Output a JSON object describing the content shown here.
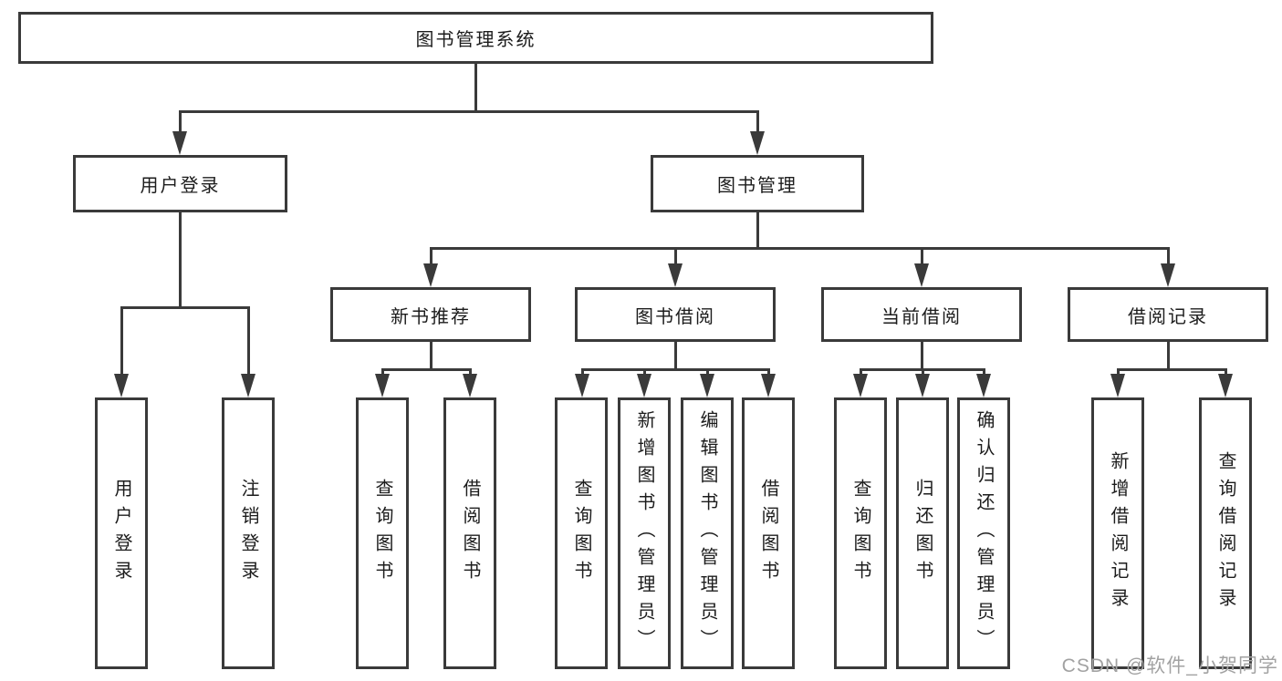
{
  "root": {
    "label": "图书管理系统"
  },
  "level2": [
    {
      "label": "用户登录"
    },
    {
      "label": "图书管理"
    }
  ],
  "level3": [
    {
      "label": "新书推荐"
    },
    {
      "label": "图书借阅"
    },
    {
      "label": "当前借阅"
    },
    {
      "label": "借阅记录"
    }
  ],
  "leaves": [
    {
      "label": "用户登录"
    },
    {
      "label": "注销登录"
    },
    {
      "label": "查询图书"
    },
    {
      "label": "借阅图书"
    },
    {
      "label": "查询图书"
    },
    {
      "label": "新增图书（管理员）"
    },
    {
      "label": "编辑图书（管理员）"
    },
    {
      "label": "借阅图书"
    },
    {
      "label": "查询图书"
    },
    {
      "label": "归还图书"
    },
    {
      "label": "确认归还（管理员）"
    },
    {
      "label": "新增借阅记录"
    },
    {
      "label": "查询借阅记录"
    }
  ],
  "watermark": {
    "text": "CSDN @软件_小贺同学"
  },
  "colors": {
    "line": "#3a3a3a",
    "text": "#1c1c1c",
    "box_background": "#ffffff",
    "page_background": "#ffffff",
    "watermark": "#a2a2a2"
  }
}
